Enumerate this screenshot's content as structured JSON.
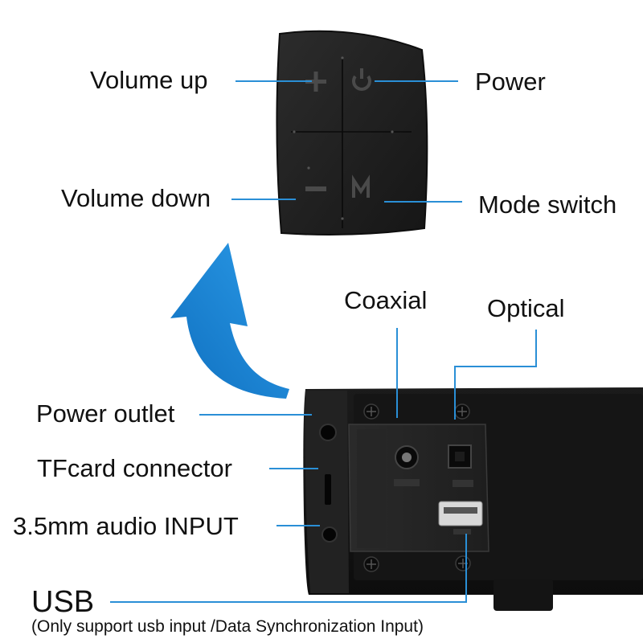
{
  "labels": {
    "volume_up": "Volume up",
    "volume_down": "Volume down",
    "power": "Power",
    "mode_switch": "Mode switch",
    "coaxial": "Coaxial",
    "optical": "Optical",
    "power_outlet": "Power outlet",
    "tfcard": "TFcard connector",
    "audio_input": "3.5mm audio INPUT",
    "usb": "USB",
    "usb_note": "(Only support usb input /Data Synchronization Input)"
  },
  "icons": {
    "plus": "plus-icon",
    "minus": "minus-icon",
    "power": "power-icon",
    "mode": "mode-m-icon",
    "arrow": "curved-arrow-icon"
  },
  "colors": {
    "callout": "#2a8fd6",
    "arrow": "#1f86d4",
    "device": "#1a1a1a",
    "panel": "#232323",
    "text": "#111111"
  }
}
